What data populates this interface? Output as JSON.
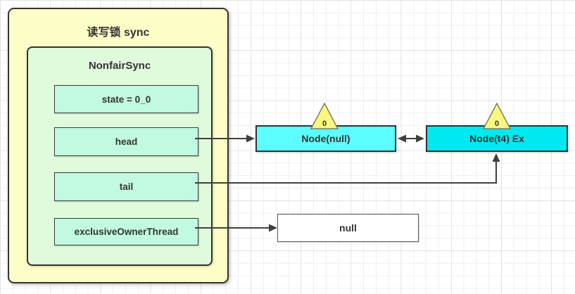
{
  "diagram": {
    "outer": {
      "title": "读写锁 sync"
    },
    "inner": {
      "title": "NonfairSync"
    },
    "fields": [
      {
        "label": "state = 0_0"
      },
      {
        "label": "head"
      },
      {
        "label": "tail"
      },
      {
        "label": "exclusiveOwnerThread"
      }
    ],
    "nodes": [
      {
        "label": "Node(null)",
        "badge": "0"
      },
      {
        "label": "Node(t4) Ex",
        "badge": "0"
      }
    ],
    "null_box": {
      "label": "null"
    },
    "edges": [
      {
        "from": "head",
        "to": "Node(null)",
        "style": "arrow-right"
      },
      {
        "from": "Node(null)",
        "to": "Node(t4) Ex",
        "style": "double-arrow"
      },
      {
        "from": "tail",
        "to": "Node(t4) Ex",
        "style": "elbow-up-arrow"
      },
      {
        "from": "exclusiveOwnerThread",
        "to": "null",
        "style": "arrow-right"
      }
    ]
  },
  "colors": {
    "outer_fill": "#FDFDC8",
    "outer_border": "#333333",
    "inner_fill": "#E0FBDC",
    "field_fill": "#C1FAE0",
    "node1_fill": "#5CFFFF",
    "node2_fill": "#00E8F0",
    "null_fill": "#FFFFFF",
    "triangle_fill": "#F9F77E",
    "arrow": "#3F3F3F",
    "text": "#333333"
  }
}
